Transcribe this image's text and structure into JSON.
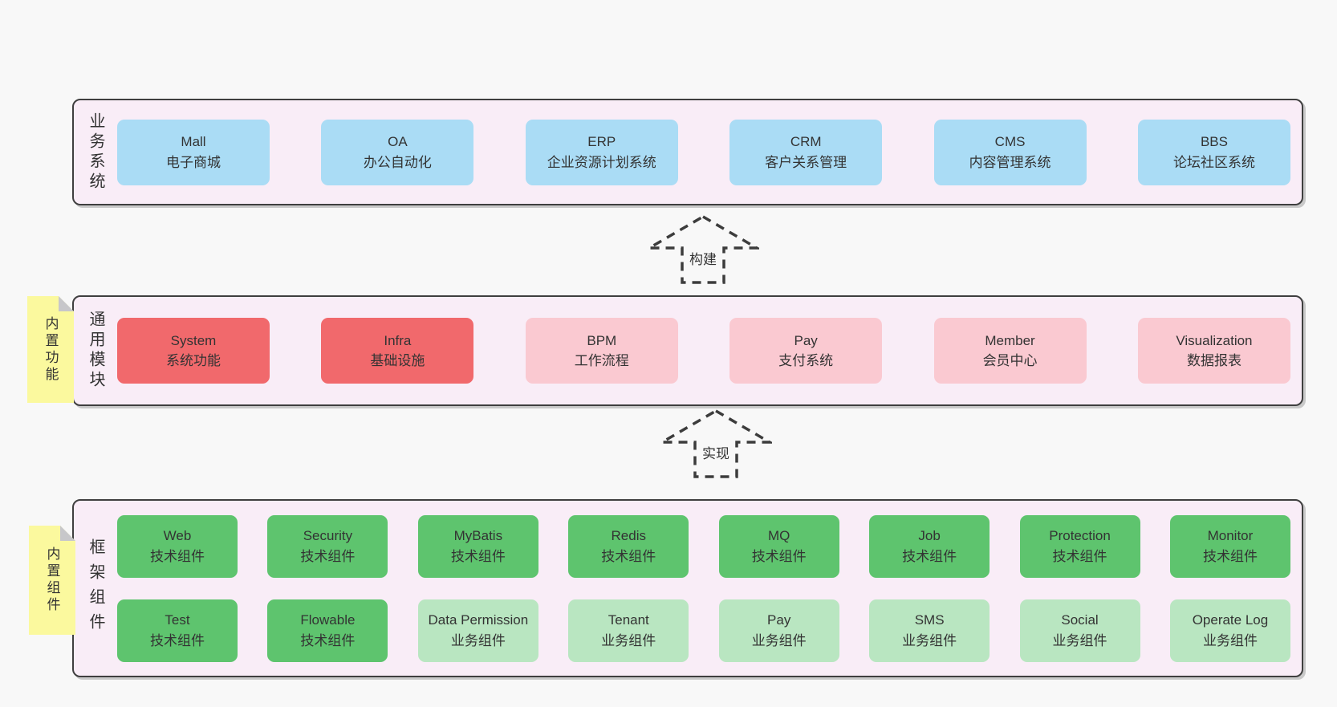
{
  "colors": {
    "page_bg": "#f8f8f8",
    "band_bg": "#f9edf7",
    "band_border": "#3f3f3f",
    "box_blue": "#aadcf5",
    "box_red": "#f1696c",
    "box_pink": "#fac9d1",
    "box_green_dark": "#5ec46e",
    "box_green_light": "#b9e6c1",
    "note_yellow": "#fbf99e",
    "text": "#333333"
  },
  "bands": [
    {
      "label": "业务系统",
      "boxes": [
        {
          "title": "Mall",
          "subtitle": "电子商城"
        },
        {
          "title": "OA",
          "subtitle": "办公自动化"
        },
        {
          "title": "ERP",
          "subtitle": "企业资源计划系统"
        },
        {
          "title": "CRM",
          "subtitle": "客户关系管理"
        },
        {
          "title": "CMS",
          "subtitle": "内容管理系统"
        },
        {
          "title": "BBS",
          "subtitle": "论坛社区系统"
        }
      ]
    },
    {
      "label": "通用模块",
      "note": "内置功能",
      "boxes": [
        {
          "title": "System",
          "subtitle": "系统功能"
        },
        {
          "title": "Infra",
          "subtitle": "基础设施"
        },
        {
          "title": "BPM",
          "subtitle": "工作流程"
        },
        {
          "title": "Pay",
          "subtitle": "支付系统"
        },
        {
          "title": "Member",
          "subtitle": "会员中心"
        },
        {
          "title": "Visualization",
          "subtitle": "数据报表"
        }
      ]
    },
    {
      "label": "框架组件",
      "note": "内置组件",
      "rows": [
        [
          {
            "title": "Web",
            "subtitle": "技术组件"
          },
          {
            "title": "Security",
            "subtitle": "技术组件"
          },
          {
            "title": "MyBatis",
            "subtitle": "技术组件"
          },
          {
            "title": "Redis",
            "subtitle": "技术组件"
          },
          {
            "title": "MQ",
            "subtitle": "技术组件"
          },
          {
            "title": "Job",
            "subtitle": "技术组件"
          },
          {
            "title": "Protection",
            "subtitle": "技术组件"
          },
          {
            "title": "Monitor",
            "subtitle": "技术组件"
          }
        ],
        [
          {
            "title": "Test",
            "subtitle": "技术组件"
          },
          {
            "title": "Flowable",
            "subtitle": "技术组件"
          },
          {
            "title": "Data Permission",
            "subtitle": "业务组件"
          },
          {
            "title": "Tenant",
            "subtitle": "业务组件"
          },
          {
            "title": "Pay",
            "subtitle": "业务组件"
          },
          {
            "title": "SMS",
            "subtitle": "业务组件"
          },
          {
            "title": "Social",
            "subtitle": "业务组件"
          },
          {
            "title": "Operate Log",
            "subtitle": "业务组件"
          }
        ]
      ]
    }
  ],
  "arrows": [
    {
      "label": "构建"
    },
    {
      "label": "实现"
    }
  ]
}
